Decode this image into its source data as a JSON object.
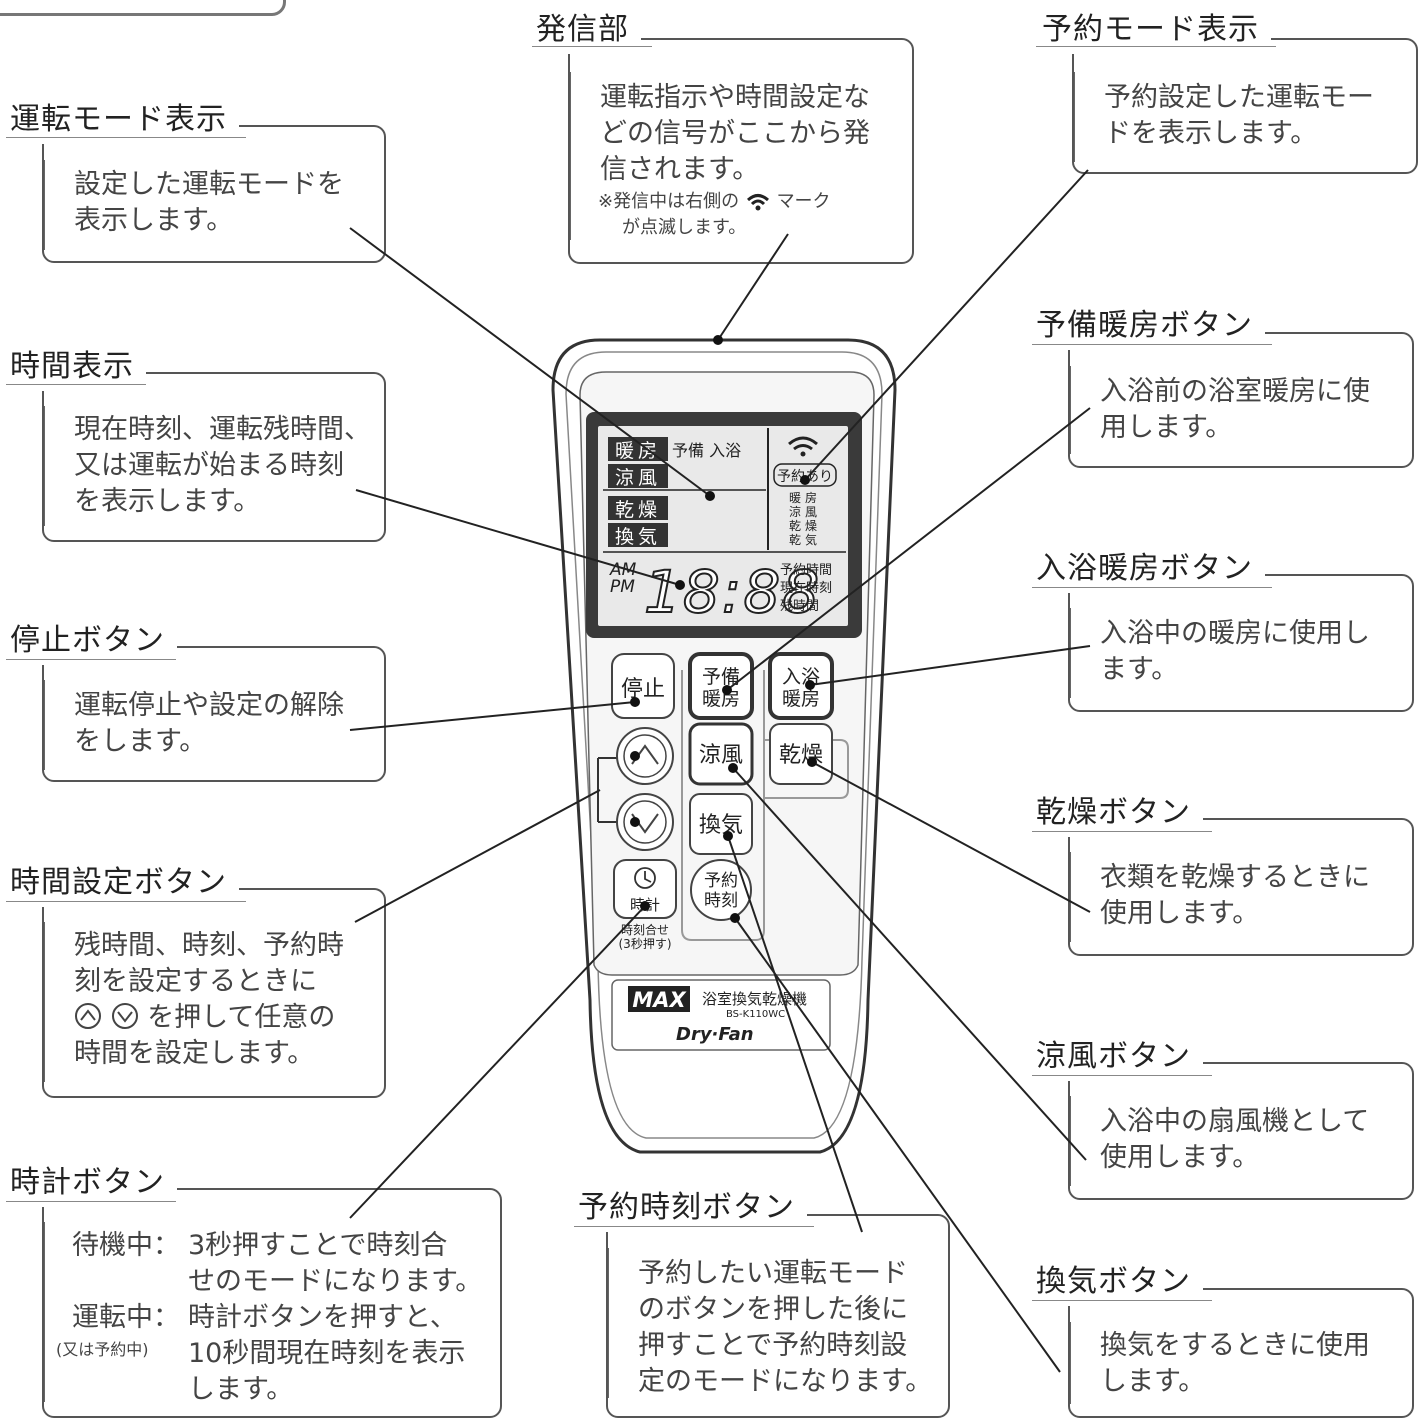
{
  "callouts": {
    "hasshin": {
      "title": "発信部",
      "body": [
        "運転指示や時間設定な",
        "どの信号がここから発",
        "信されます。"
      ],
      "note": [
        "※発信中は右側の",
        "マーク",
        "が点滅します。"
      ]
    },
    "yoyaku_mode": {
      "title": "予約モード表示",
      "body": [
        "予約設定した運転モー",
        "ドを表示します。"
      ]
    },
    "unten_mode": {
      "title": "運転モード表示",
      "body": [
        "設定した運転モードを",
        "表示します。"
      ]
    },
    "jikan_hyouji": {
      "title": "時間表示",
      "body": [
        "現在時刻、運転残時間、",
        "又は運転が始まる時刻",
        "を表示します。"
      ]
    },
    "yobi_danbou": {
      "title": "予備暖房ボタン",
      "body": [
        "入浴前の浴室暖房に使",
        "用します。"
      ]
    },
    "nyuyoku_danbou": {
      "title": "入浴暖房ボタン",
      "body": [
        "入浴中の暖房に使用し",
        "ます。"
      ]
    },
    "teishi": {
      "title": "停止ボタン",
      "body": [
        "運転停止や設定の解除",
        "をします。"
      ]
    },
    "kansou": {
      "title": "乾燥ボタン",
      "body": [
        "衣類を乾燥するときに",
        "使用します。"
      ]
    },
    "jikan_settei": {
      "title": "時間設定ボタン",
      "body": [
        "残時間、時刻、予約時",
        "刻を設定するときに",
        "を押して任意の",
        "時間を設定します。"
      ]
    },
    "ryoufuu": {
      "title": "涼風ボタン",
      "body": [
        "入浴中の扇風機として",
        "使用します。"
      ]
    },
    "tokei": {
      "title": "時計ボタン",
      "rows": [
        {
          "label": "待機中：",
          "sublabel": "",
          "text": [
            "3秒押すことで時刻合",
            "せのモードになります。"
          ]
        },
        {
          "label": "運転中：",
          "sublabel": "(又は予約中)",
          "text": [
            "時計ボタンを押すと、",
            "10秒間現在時刻を表示",
            "します。"
          ]
        }
      ]
    },
    "yoyaku_jikoku": {
      "title": "予約時刻ボタン",
      "body": [
        "予約したい運転モード",
        "のボタンを押した後に",
        "押すことで予約時刻設",
        "定のモードになります。"
      ]
    },
    "kanki": {
      "title": "換気ボタン",
      "body": [
        "換気をするときに使用",
        "します。"
      ]
    }
  },
  "remote": {
    "lcd": {
      "mode_boxes": [
        "暖房",
        "涼風",
        "乾燥",
        "換気"
      ],
      "mode_words": "予備 入浴",
      "reserve_badge": "予約あり",
      "reserve_modes": [
        "暖房",
        "涼風",
        "乾燥",
        "乾気"
      ],
      "am": "AM",
      "pm": "PM",
      "digits": "18:88",
      "time_labels": [
        "予約時間",
        "現在時刻",
        "残時間"
      ]
    },
    "buttons": {
      "stop": "停止",
      "yobi": [
        "予備",
        "暖房"
      ],
      "nyuyoku": [
        "入浴",
        "暖房"
      ],
      "ryoufuu": "涼風",
      "kansou": "乾燥",
      "kanki": "換気",
      "yoyaku": [
        "予約",
        "時刻"
      ],
      "tokei": "時計",
      "tokei_caption": [
        "時刻合せ",
        "(3秒押す)"
      ]
    },
    "brand": {
      "logo": "MAX",
      "product": "浴室換気乾燥機",
      "model": "BS-K110WC",
      "series": "Dry·Fan"
    }
  },
  "icons": [
    "wifi-icon",
    "up-arrow-icon",
    "down-arrow-icon",
    "clock-icon"
  ]
}
